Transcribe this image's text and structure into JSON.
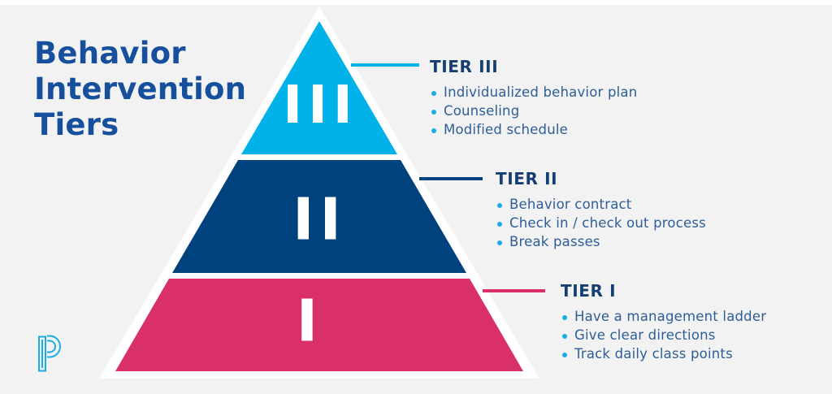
{
  "title": "Behavior\nIntervention\nTiers",
  "tiers": [
    {
      "label": "TIER III",
      "numeral": "III",
      "color": "#00b2e8",
      "items": [
        "Individualized behavior plan",
        "Counseling",
        "Modified schedule"
      ]
    },
    {
      "label": "TIER II",
      "numeral": "II",
      "color": "#00427d",
      "items": [
        "Behavior contract",
        "Check in / check out process",
        "Break passes"
      ]
    },
    {
      "label": "TIER I",
      "numeral": "I",
      "color": "#d93067",
      "items": [
        "Have a management ladder",
        "Give clear directions",
        "Track daily class points"
      ]
    }
  ],
  "colors": {
    "background": "#f2f2f2",
    "pyramid_outline": "#ffffff",
    "title_text": "#164f9c",
    "heading_text": "#153f70",
    "body_text": "#2d5e97",
    "bullet_dot": "#1aade5",
    "numeral_text": "#ffffff",
    "logo_blue": "#1aade5"
  },
  "logo": {
    "name": "PowerSchool P mark"
  }
}
